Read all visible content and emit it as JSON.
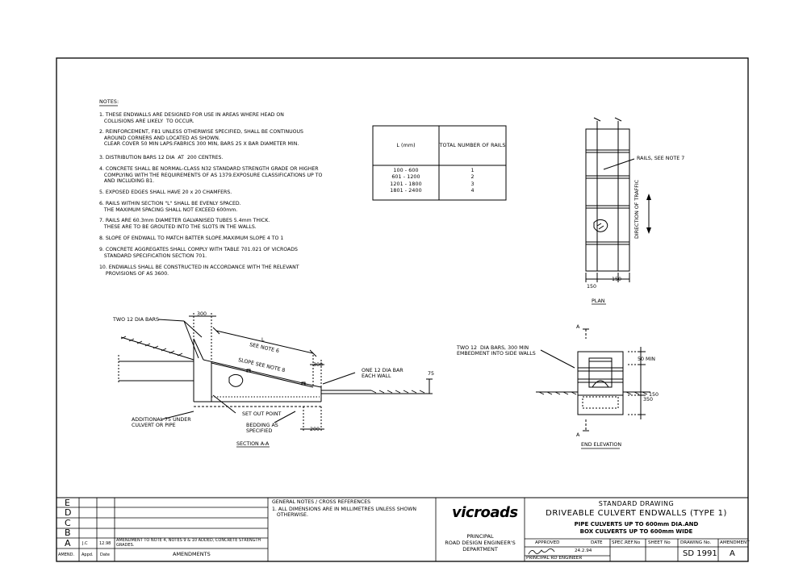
{
  "notes": {
    "heading": "NOTES:",
    "items": [
      "1. THESE ENDWALLS ARE DESIGNED FOR USE IN AREAS WHERE HEAD ON\n   COLLISIONS ARE LIKELY  TO OCCUR.",
      "2. REINFORCEMENT, F81 UNLESS OTHERWISE SPECIFIED, SHALL BE CONTINUOUS\n   AROUND CORNERS AND LOCATED AS SHOWN.\n   CLEAR COVER 50 MIN LAPS:FABRICS 300 MIN, BARS 25 X BAR DIAMETER MIN.",
      "3. DISTRIBUTION BARS 12 DIA  AT  200 CENTRES.",
      "4. CONCRETE SHALL BE NORMAL-CLASS N32 STANDARD STRENGTH GRADE OR HIGHER\n   COMPLYING WITH THE REQUIREMENTS OF AS 1379.EXPOSURE CLASSIFICATIONS UP TO\n   AND INCLUDING B1.",
      "5. EXPOSED EDGES SHALL HAVE 20 x 20 CHAMFERS.",
      "6. RAILS WITHIN SECTION \"L\" SHALL BE EVENLY SPACED.\n   THE MAXIMUM SPACING SHALL NOT EXCEED 600mm.",
      "7. RAILS ARE 60.3mm DIAMETER GALVANISED TUBES 5.4mm THICK.\n   THESE ARE TO BE GROUTED INTO THE SLOTS IN THE WALLS.",
      "8. SLOPE OF ENDWALL TO MATCH BATTER SLOPE.MAXIMUM SLOPE 4 TO 1",
      "9. CONCRETE AGGREGATES SHALL COMPLY WITH TABLE 701.021 OF VICROADS\n   STANDARD SPECIFICATION SECTION 701.",
      "10. ENDWALLS SHALL BE CONSTRUCTED IN ACCORDANCE WITH THE RELEVANT\n    PROVISIONS OF AS 3600."
    ]
  },
  "rails_table": {
    "headers": [
      "L  (mm)",
      "TOTAL NUMBER OF RAILS"
    ],
    "rows": [
      [
        "100  -   600",
        "1"
      ],
      [
        "601  -  1200",
        "2"
      ],
      [
        "1201  -  1800",
        "3"
      ],
      [
        "1801  -  2400",
        "4"
      ]
    ]
  },
  "plan": {
    "title": "PLAN",
    "rails_note": "RAILS, SEE NOTE 7",
    "direction": "DIRECTION OF TRAFFIC",
    "dim_a": "150",
    "dim_b": "150"
  },
  "section": {
    "title": "SECTION A-A",
    "two_bars": "TWO 12 DIA BARS",
    "dim_300_top": "300",
    "dim_l": "L",
    "see_note_6": "SEE NOTE 6",
    "slope": "SLOPE SEE NOTE 8",
    "dim_300_right": "300",
    "one_bar": "ONE 12 DIA BAR\nEACH WALL",
    "dim_75": "75",
    "additional": "ADDITIONAL 75 UNDER\nCULVERT OR PIPE",
    "set_out": "SET OUT POINT",
    "bedding": "BEDDING AS\nSPECIFIED",
    "dim_200": "200"
  },
  "end_elevation": {
    "title": "END ELEVATION",
    "bars_note": "TWO 12  DIA BARS, 300 MIN\nEMBEDMENT INTO SIDE WALLS",
    "a_top": "A",
    "a_bottom": "A",
    "dim_50": "50 MIN",
    "dim_150": "150",
    "dim_350": "350"
  },
  "title_block": {
    "revision_letters": [
      "E",
      "D",
      "C",
      "B",
      "A"
    ],
    "amend_row": {
      "initials": "J.C",
      "date": "12.98",
      "text": "AMENDMENT TO NOTE 4, NOTES 9 & 10 ADDED, CONCRETE STRENGTH\nGRADES."
    },
    "footer_labels": {
      "amend": "AMEND.",
      "appd": "Appd.",
      "date": "Date",
      "amendments": "AMENDMENTS"
    },
    "general_notes_title": "GENERAL NOTES / CROSS REFERENCES",
    "general_notes": "1. ALL DIMENSIONS ARE IN MILLIMETRES UNLESS SHOWN\n   OTHERWISE.",
    "logo": "vicroads",
    "department": "PRINCIPAL\nROAD DESIGN ENGINEER'S\nDEPARTMENT",
    "standard": "STANDARD DRAWING",
    "main_title": "DRIVEABLE CULVERT ENDWALLS (TYPE 1)",
    "subtitle_1": "PIPE CULVERTS UP TO 600mm DIA.AND",
    "subtitle_2": "BOX CULVERTS UP TO 600mm WIDE",
    "approved_label": "APPROVED",
    "date_label": "DATE",
    "spec_label": "SPEC.REF.No",
    "sheet_label": "SHEET No",
    "drawing_label": "DRAWING No.",
    "amendment_label": "AMENDMENT",
    "approved_date": "24.2.94",
    "approver_role": "PRINCIPAL RD ENGINEER",
    "drawing_no": "SD 1991",
    "amendment": "A"
  }
}
